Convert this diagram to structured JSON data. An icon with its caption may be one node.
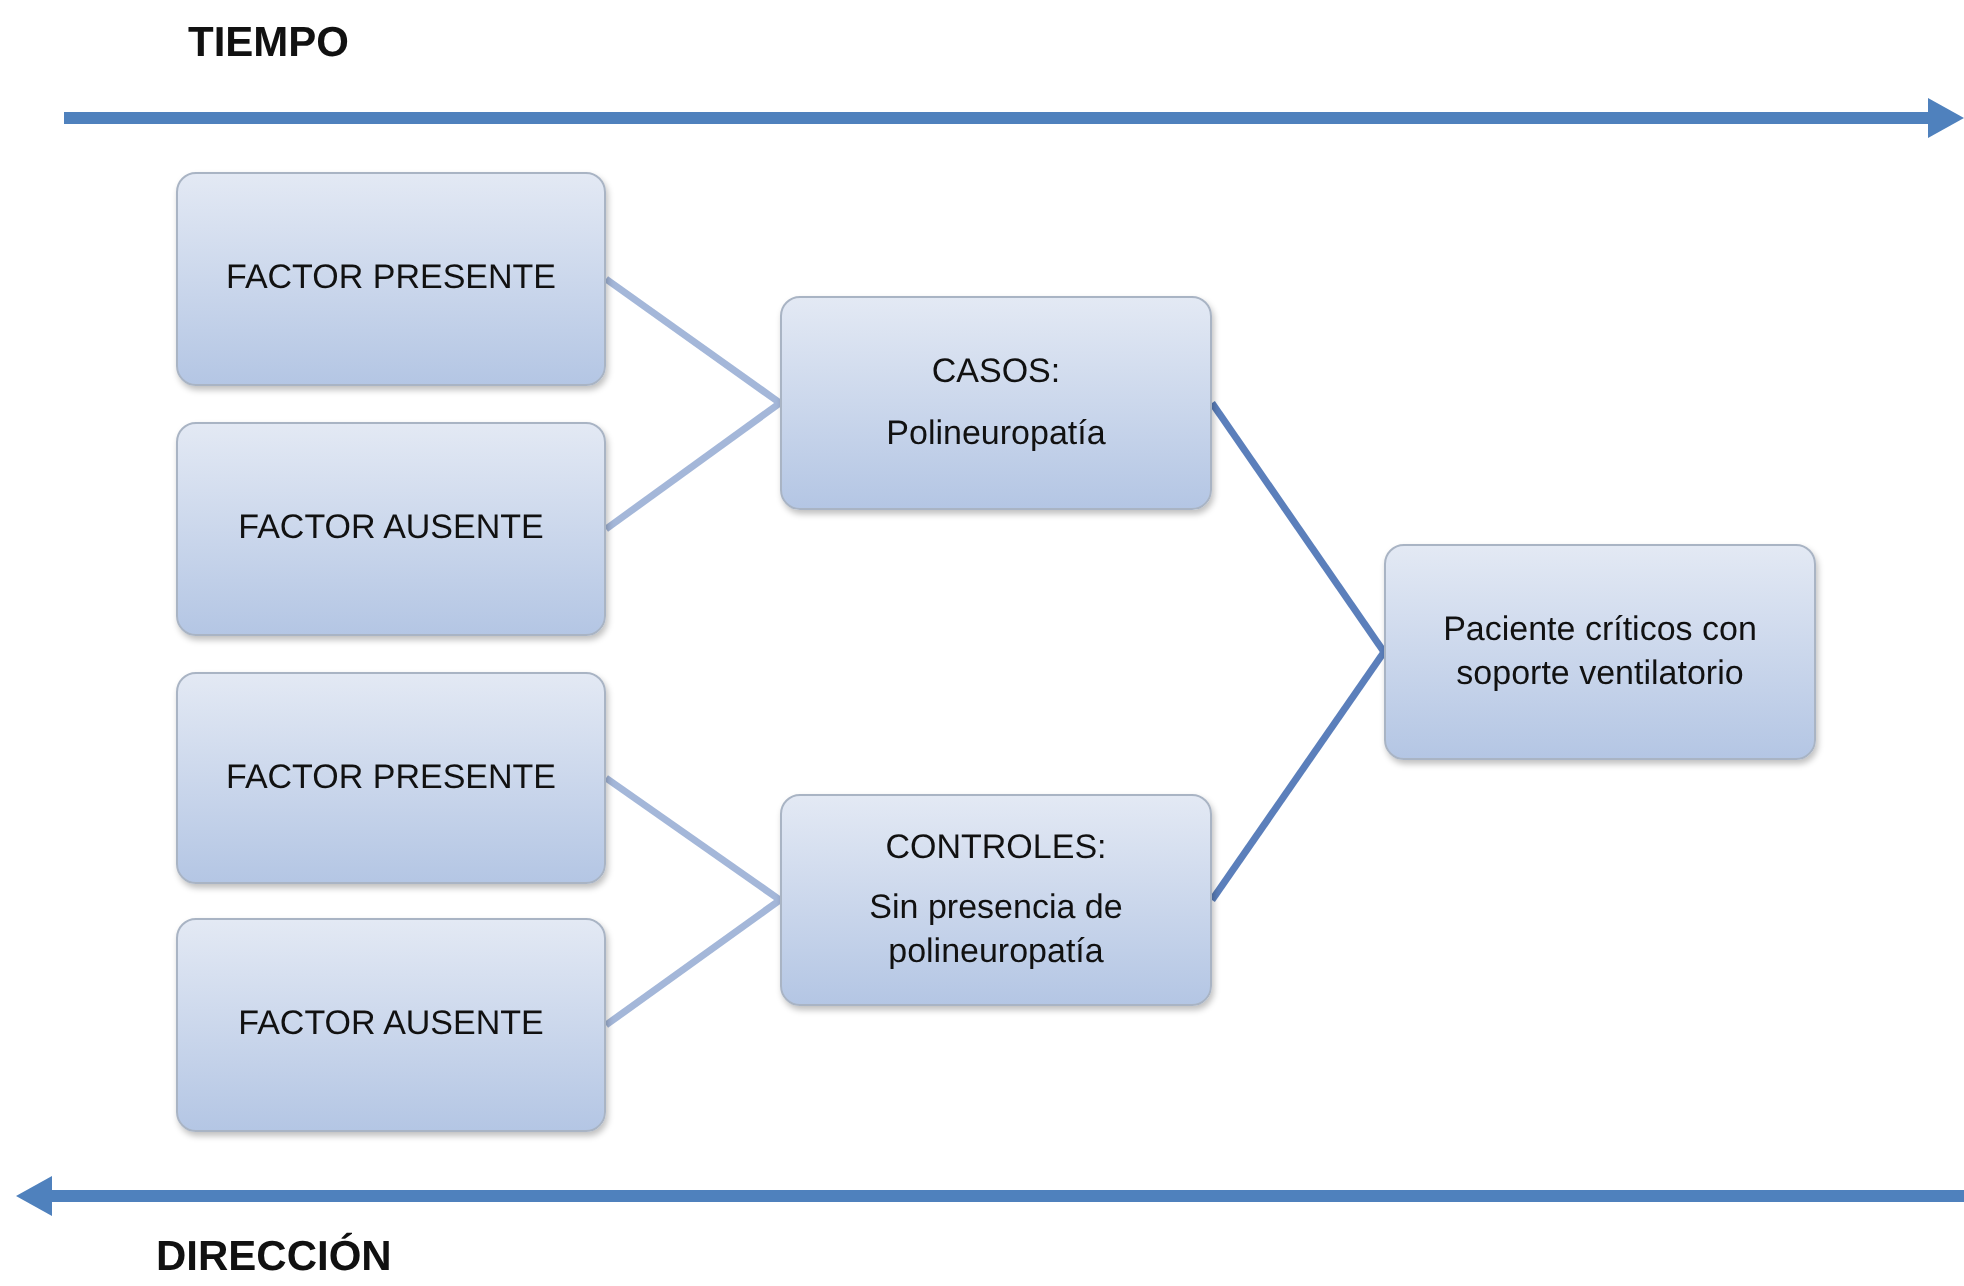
{
  "diagram": {
    "nodes": [
      {
        "text": [
          "FACTOR PRESENTE"
        ]
      },
      {
        "text": [
          "FACTOR AUSENTE"
        ]
      },
      {
        "text": [
          "CASOS:",
          "Polineuropatía"
        ]
      },
      {
        "text": [
          "FACTOR PRESENTE"
        ]
      },
      {
        "text": [
          "FACTOR AUSENTE"
        ]
      },
      {
        "text": [
          "CONTROLES:",
          "Sin presencia de polineuropatía"
        ]
      },
      {
        "text": [
          "Paciente críticos con soporte ventilatorio"
        ]
      }
    ],
    "edges": [
      {
        "from": 0,
        "to": 2,
        "arrow": "none"
      },
      {
        "from": 1,
        "to": 2,
        "arrow": "none"
      },
      {
        "from": 3,
        "to": 5,
        "arrow": "none"
      },
      {
        "from": 4,
        "to": 5,
        "arrow": "none"
      },
      {
        "from": 2,
        "to": 6,
        "arrow": "none",
        "color": "#5b7fbb"
      },
      {
        "from": 5,
        "to": 6,
        "arrow": "none",
        "color": "#5b7fbb"
      }
    ],
    "labels": [
      "TIEMPO",
      "DIRECCIÓN"
    ]
  }
}
